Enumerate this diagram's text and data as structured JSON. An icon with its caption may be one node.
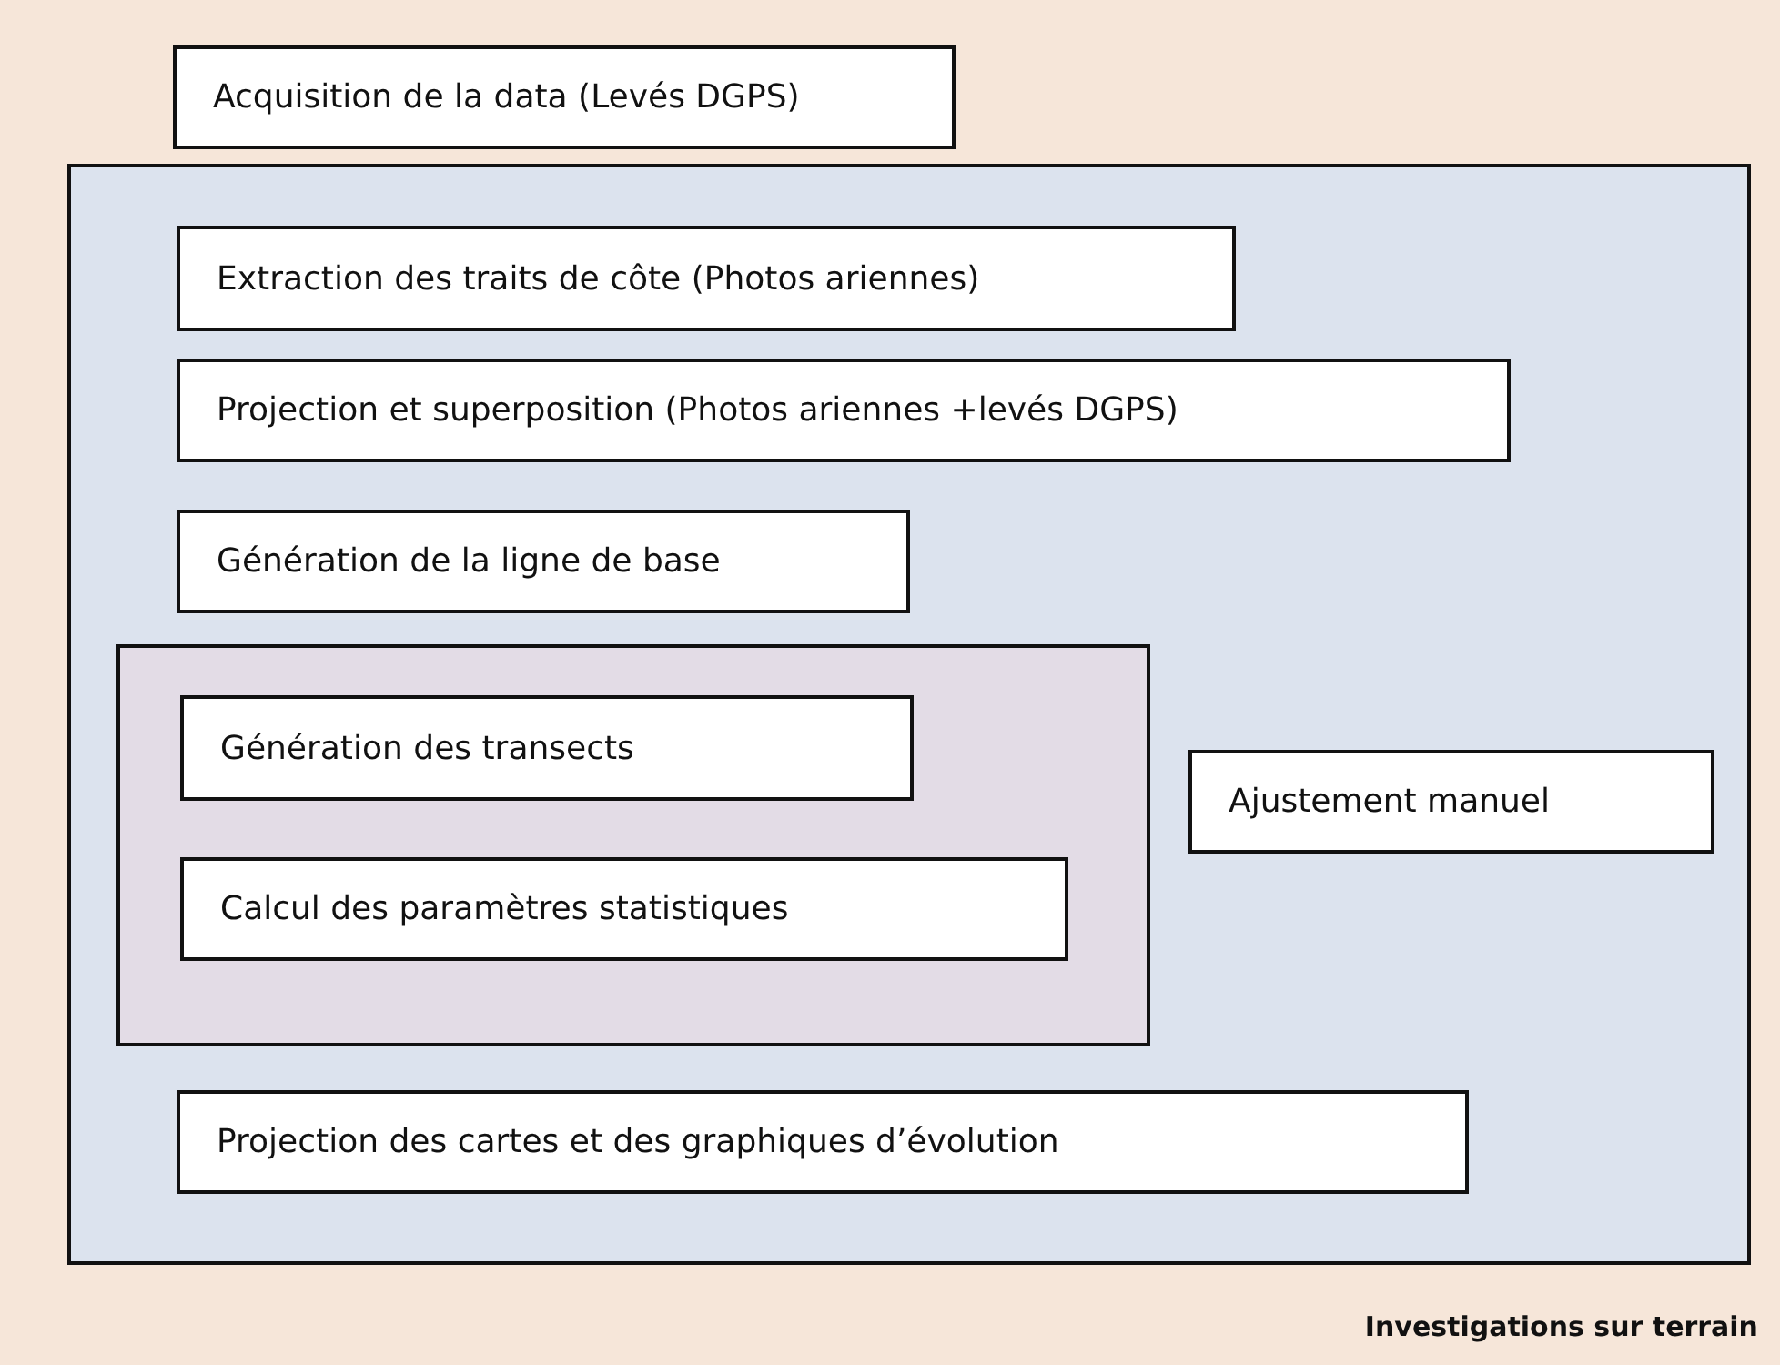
{
  "diagram": {
    "nodes": [
      {
        "text": [
          "Investigations sur terrain"
        ]
      },
      {
        "text": [
          "Acquisition de la data (Levés DGPS)"
        ],
        "in": 0
      },
      {
        "text": [],
        "shape": "box",
        "in": 0
      },
      {
        "text": [
          "Extraction des traits de côte (Photos ariennes)"
        ],
        "in": 2
      },
      {
        "text": [
          "Projection et superposition (Photos ariennes +levés DGPS)"
        ],
        "in": 2
      },
      {
        "text": [
          "Génération de la ligne de base"
        ],
        "in": 2
      },
      {
        "text": [],
        "shape": "box",
        "in": 2
      },
      {
        "text": [
          "Génération des transects"
        ],
        "in": 6
      },
      {
        "text": [
          "Calcul des paramètres statistiques"
        ],
        "in": 6
      },
      {
        "text": [
          "Ajustement manuel"
        ],
        "in": 2
      },
      {
        "text": [
          "Projection des cartes et des graphiques d’évolution"
        ],
        "in": 2
      }
    ]
  }
}
